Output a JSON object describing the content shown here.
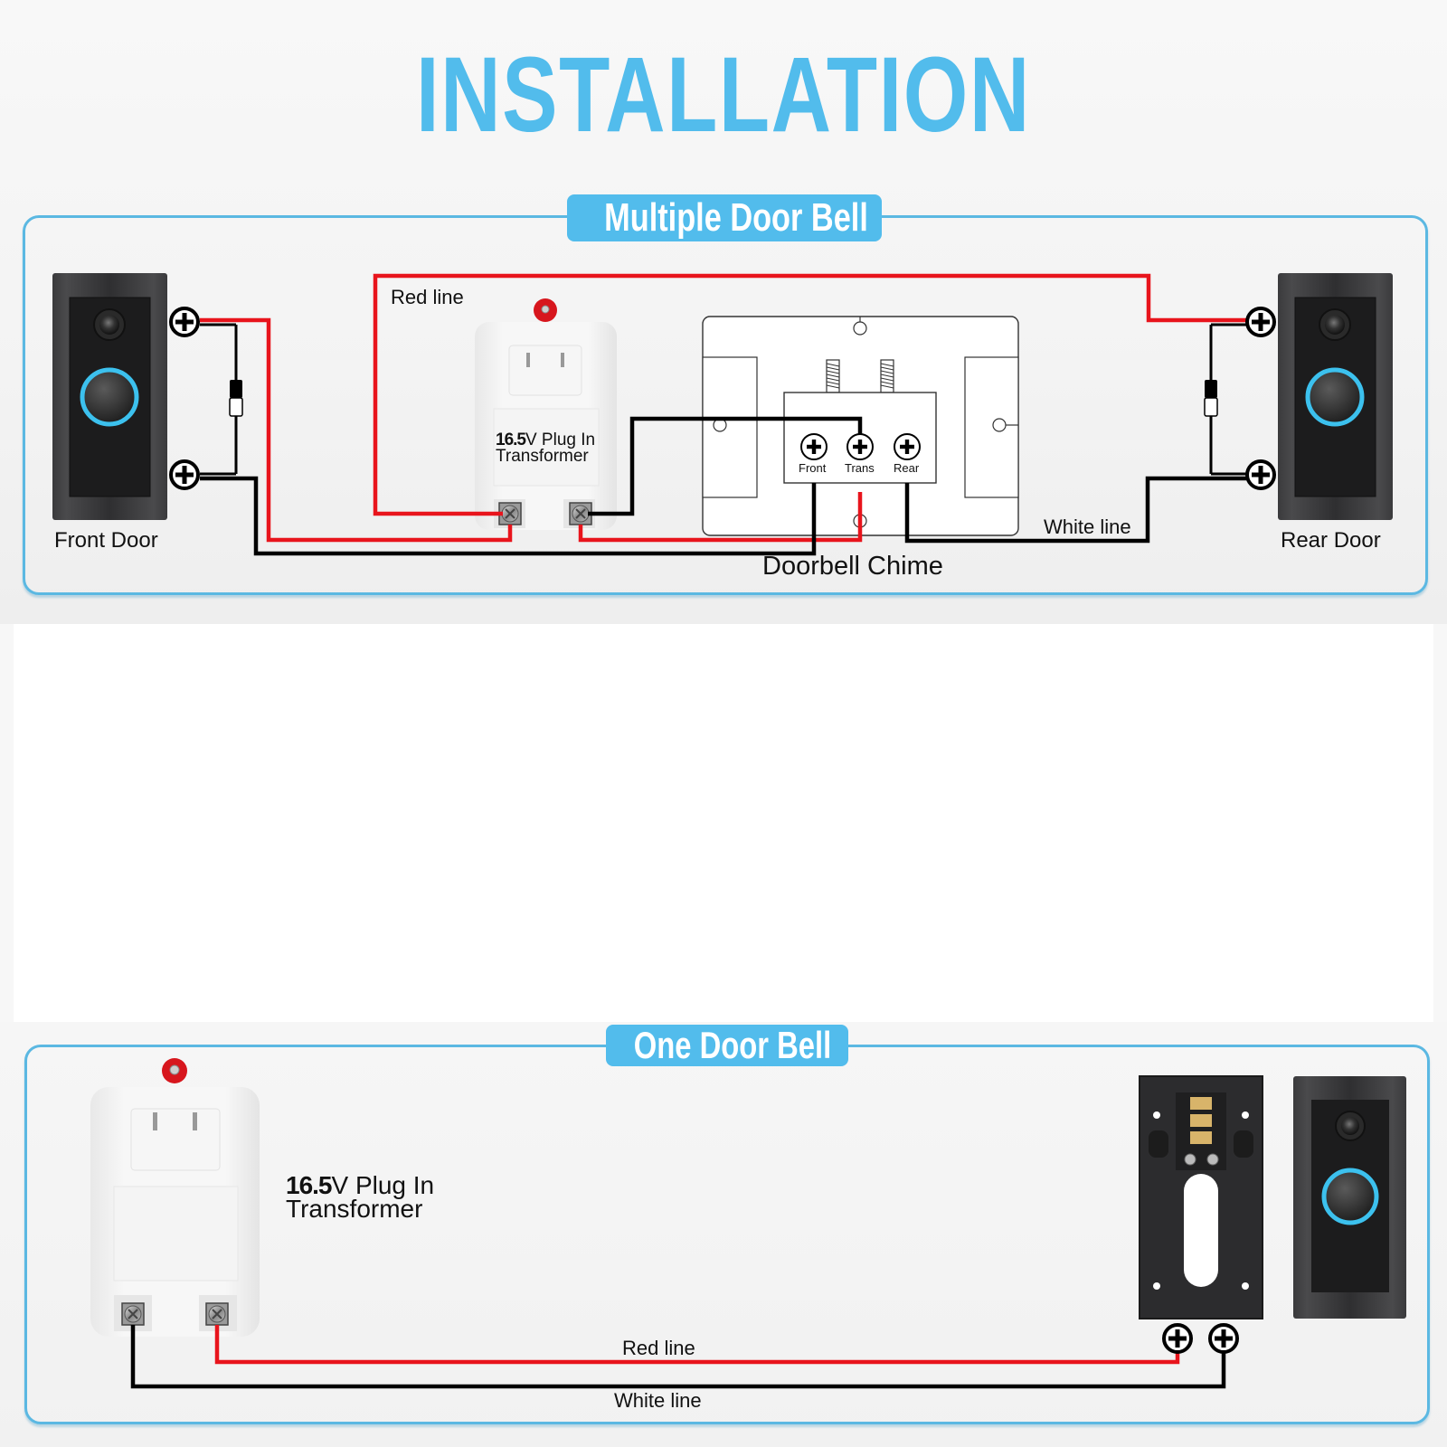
{
  "header": {
    "title": "INSTALLATION"
  },
  "colors": {
    "accent_blue": "#52bcec",
    "panel_border": "#5bb8e2",
    "red_wire": "#e8141c",
    "white_wire_drawn": "#000000",
    "doorbell_body": "#2b2b2b",
    "ring_light": "#3cc1ee"
  },
  "multiple": {
    "badge": "Multiple Door Bell",
    "front_door": "Front Door",
    "rear_door": "Rear Door",
    "red_line": "Red line",
    "white_line": "White line",
    "chime_label": "Doorbell Chime",
    "terminals": [
      "Front",
      "Trans",
      "Rear"
    ],
    "transformer": {
      "voltage": "16.5",
      "line1": "V Plug In",
      "line2": "Transformer"
    }
  },
  "single": {
    "badge": "One Door Bell",
    "red_line": "Red line",
    "white_line": "White line",
    "transformer": {
      "voltage": "16.5",
      "line1": "V Plug In",
      "line2": "Transformer"
    }
  },
  "icons": {
    "terminal": "plus-screw-terminal",
    "diode": "diode-component",
    "camera": "camera-lens",
    "button": "ring-button"
  }
}
